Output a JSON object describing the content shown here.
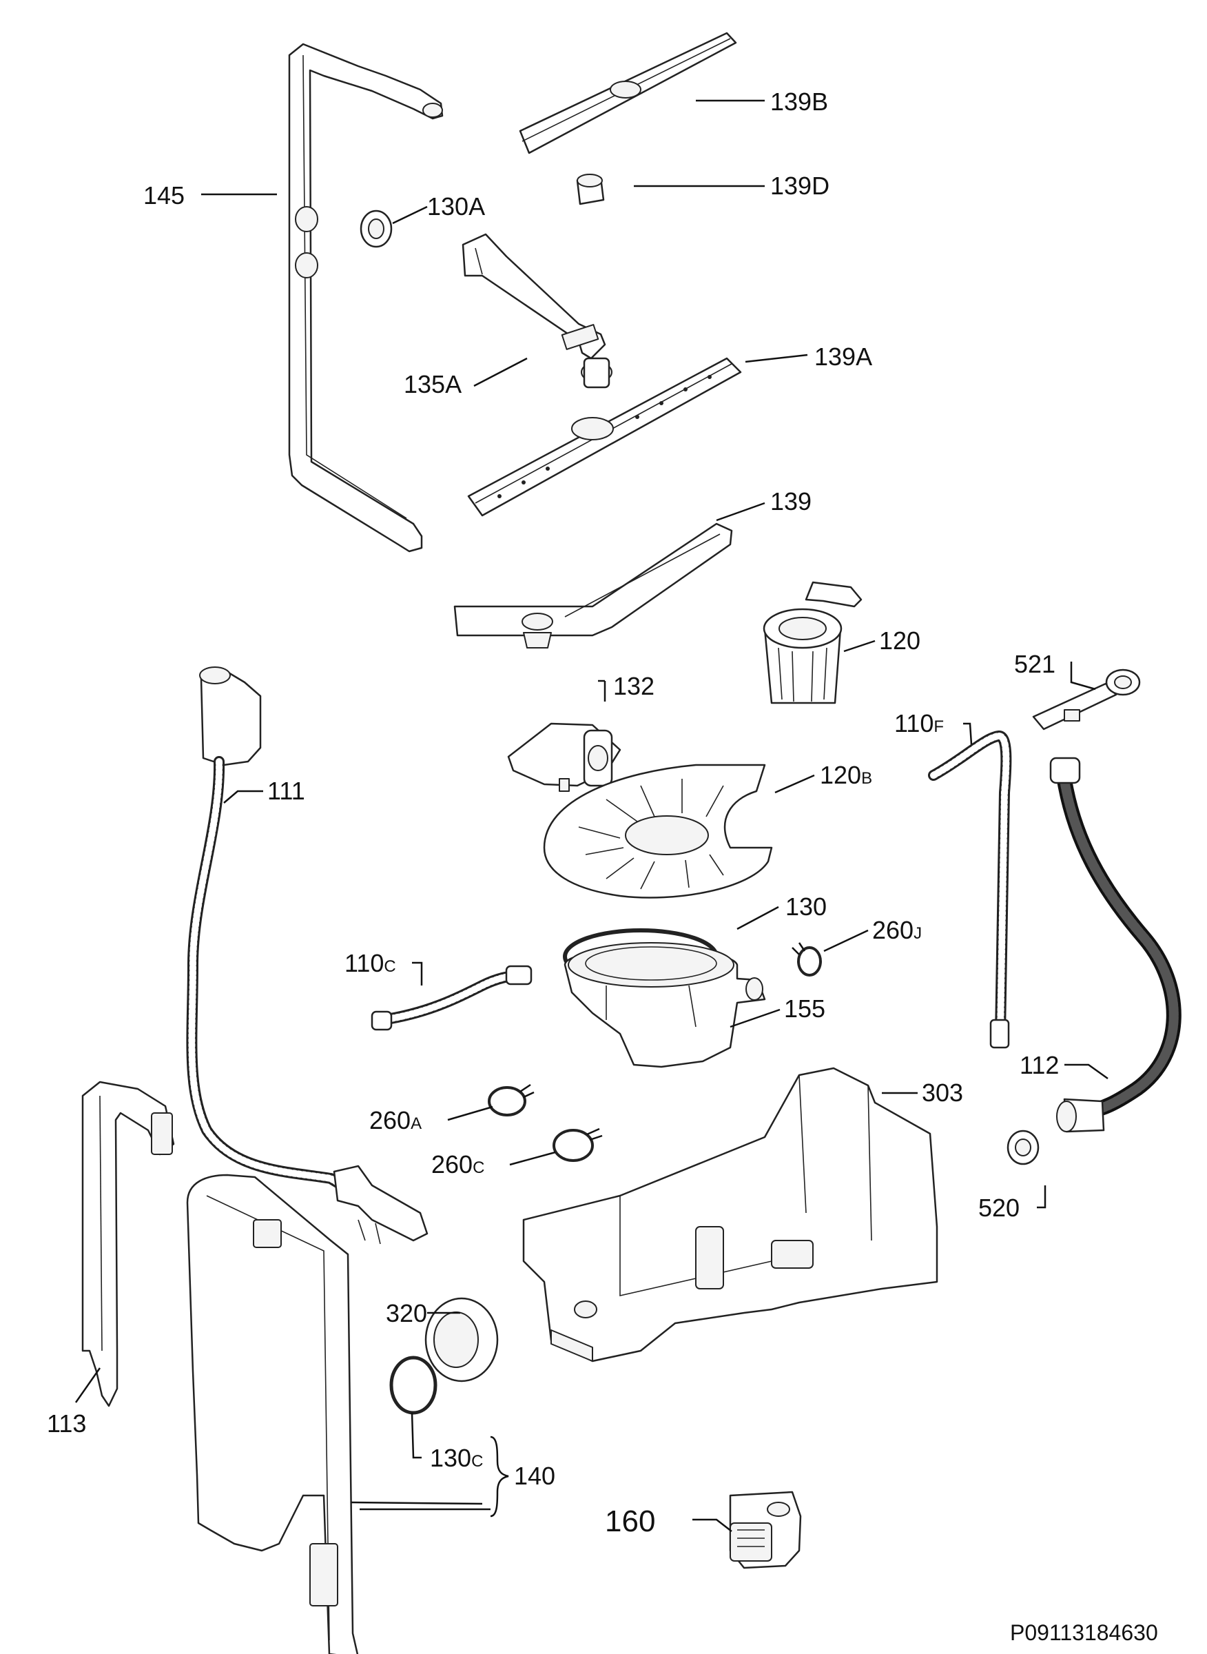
{
  "parts": {
    "p145": "145",
    "p130A": "130A",
    "p139B": "139B",
    "p139D": "139D",
    "p135A": "135A",
    "p139A": "139A",
    "p139": "139",
    "p120": "120",
    "p132": "132",
    "p521": "521",
    "p110F_num": "110",
    "p110F_sfx": "F",
    "p111": "111",
    "p120B_num": "120",
    "p120B_sfx": "B",
    "p130": "130",
    "p260J_num": "260",
    "p260J_sfx": "J",
    "p110C_num": "110",
    "p110C_sfx": "C",
    "p155": "155",
    "p112": "112",
    "p303": "303",
    "p260A_num": "260",
    "p260A_sfx": "A",
    "p260C_num": "260",
    "p260C_sfx": "C",
    "p520": "520",
    "p113": "113",
    "p320": "320",
    "p130C_num": "130",
    "p130C_sfx": "C",
    "p140": "140",
    "p160": "160"
  },
  "reference_code": "P09113184630"
}
